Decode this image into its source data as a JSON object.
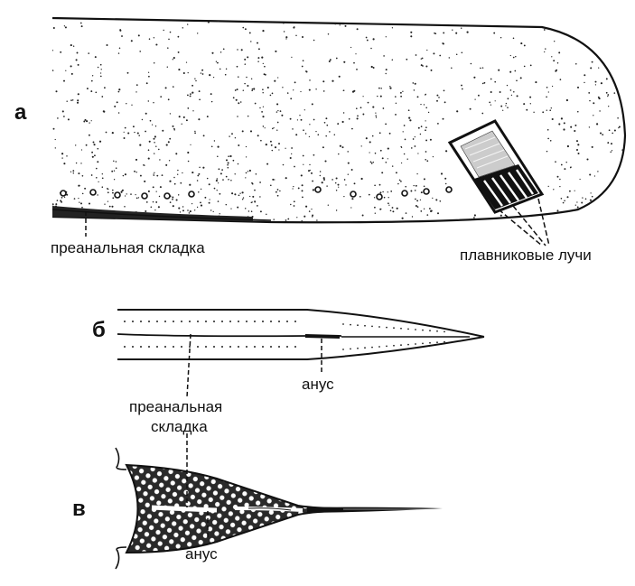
{
  "panels": {
    "a": {
      "letter": "а",
      "preanal_fold_label": "преанальная складка",
      "fin_rays_label": "плавниковые лучи"
    },
    "b": {
      "letter": "б",
      "anus_label": "анус",
      "preanal_fold_line1": "преанальная",
      "preanal_fold_line2": "складка"
    },
    "c": {
      "letter": "в",
      "anus_label": "анус"
    }
  },
  "colors": {
    "ink": "#111111",
    "background": "#ffffff"
  }
}
